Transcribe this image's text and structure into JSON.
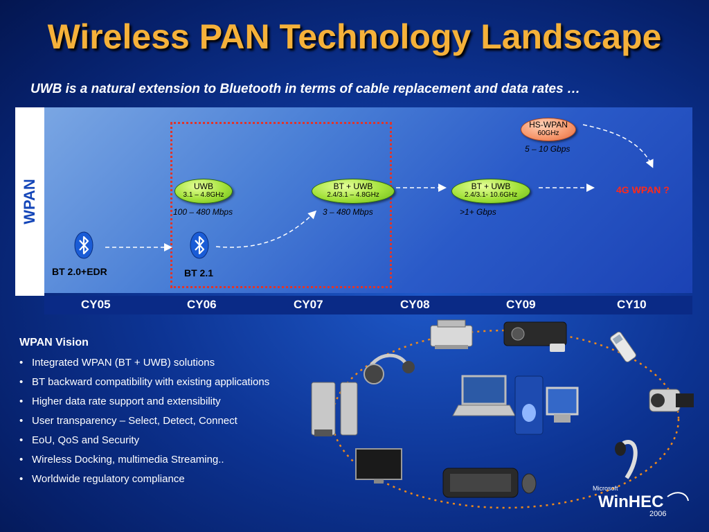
{
  "title": "Wireless PAN Technology Landscape",
  "subtitle": "UWB is a natural extension to Bluetooth in terms of cable replacement and data rates …",
  "side_label": "WPAN",
  "years": [
    "CY05",
    "CY06",
    "CY07",
    "CY08",
    "CY09",
    "CY10"
  ],
  "nodes": {
    "uwb": {
      "l1": "UWB",
      "l2": "3.1 – 4.8GHz",
      "rate": "100 – 480 Mbps"
    },
    "bt_uwb_1": {
      "l1": "BT + UWB",
      "l2": "2.4/3.1 – 4.8GHz",
      "rate": "3 – 480 Mbps"
    },
    "bt_uwb_2": {
      "l1": "BT + UWB",
      "l2": "2.4/3.1- 10.6GHz",
      "rate": ">1+ Gbps"
    },
    "hs_wpan": {
      "l1": "HS-WPAN",
      "l2": "60GHz",
      "rate": "5 – 10 Gbps"
    },
    "g4": "4G WPAN ?"
  },
  "bt_labels": {
    "bt20": "BT 2.0+EDR",
    "bt21": "BT 2.1"
  },
  "vision": {
    "title": "WPAN Vision",
    "items": [
      "Integrated WPAN (BT + UWB) solutions",
      "BT backward compatibility with existing applications",
      "Higher data rate support and extensibility",
      "User transparency – Select, Detect, Connect",
      "EoU, QoS and Security",
      "Wireless Docking, multimedia Streaming..",
      "Worldwide regulatory compliance"
    ]
  },
  "logo": {
    "brand": "Microsoft",
    "name": "WinHEC",
    "year": "2006"
  },
  "colors": {
    "title": "#f5b13a",
    "accent_red": "#ff2a1a",
    "bt_blue": "#1a5cd6"
  }
}
